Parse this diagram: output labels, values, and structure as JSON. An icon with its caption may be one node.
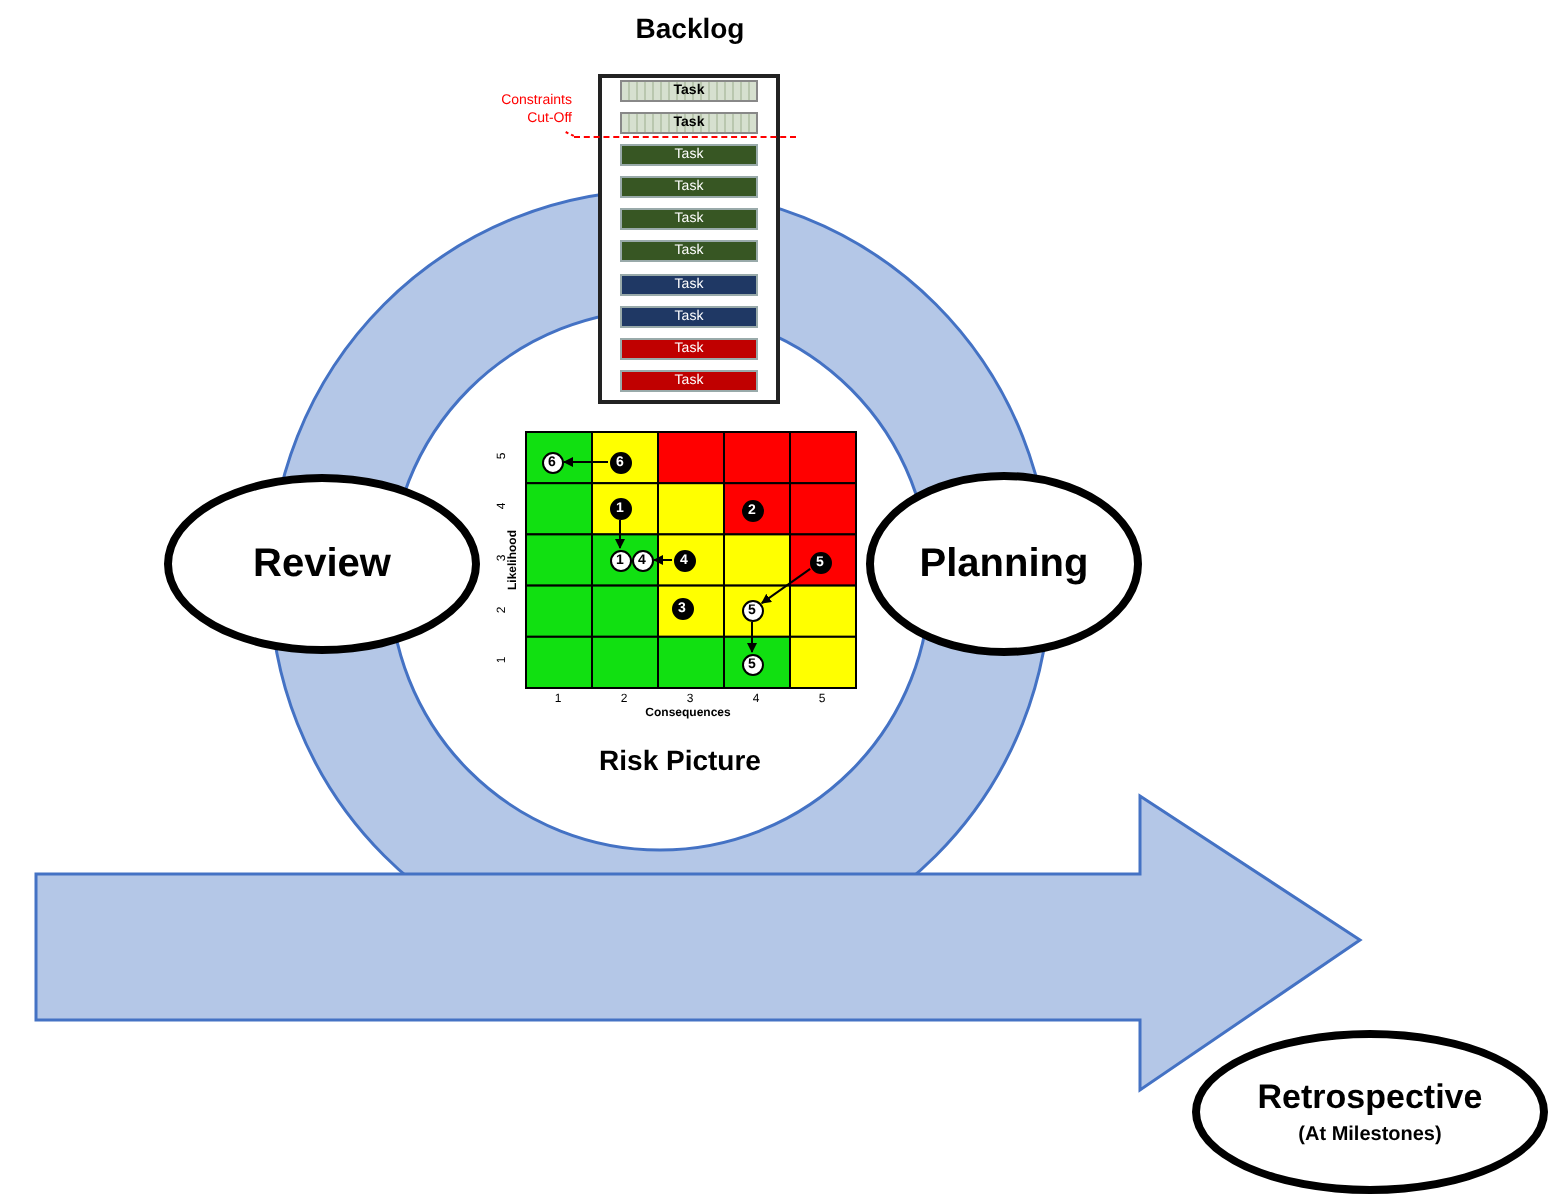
{
  "diagram": {
    "nodes": [
      {
        "text": [
          "Backlog"
        ]
      },
      {
        "text": [
          "Task"
        ],
        "in": 0
      },
      {
        "text": [
          "Task"
        ],
        "in": 0
      },
      {
        "text": [
          "Task"
        ],
        "in": 0
      },
      {
        "text": [
          "Task"
        ],
        "in": 0
      },
      {
        "text": [
          "Task"
        ],
        "in": 0
      },
      {
        "text": [
          "Task"
        ],
        "in": 0
      },
      {
        "text": [
          "Task"
        ],
        "in": 0
      },
      {
        "text": [
          "Task"
        ],
        "in": 0
      },
      {
        "text": [
          "Task"
        ],
        "in": 0
      },
      {
        "text": [
          "Task"
        ],
        "in": 0
      },
      {
        "text": [
          "Constraints Cut-Off"
        ]
      },
      {
        "text": [],
        "shape": "line"
      },
      {
        "text": [
          "Review"
        ]
      },
      {
        "text": [
          "Risk Picture"
        ]
      },
      {
        "text": [
          "6"
        ],
        "in": 14
      },
      {
        "text": [
          "6"
        ],
        "in": 14
      },
      {
        "text": [
          "1"
        ],
        "in": 14
      },
      {
        "text": [
          "2"
        ],
        "in": 14
      },
      {
        "text": [
          "1"
        ],
        "in": 14
      },
      {
        "text": [
          "4"
        ],
        "in": 14
      },
      {
        "text": [
          "4"
        ],
        "in": 14
      },
      {
        "text": [
          "5"
        ],
        "in": 14
      },
      {
        "text": [
          "3"
        ],
        "in": 14
      },
      {
        "text": [
          "5"
        ],
        "in": 14
      },
      {
        "text": [
          "5"
        ],
        "in": 14
      },
      {
        "text": [
          "Planning"
        ]
      },
      {
        "text": [
          "Retrospective",
          "(At Milestones)"
        ]
      }
    ],
    "edges": [
      {
        "from": 11,
        "to": 12,
        "arrow": "none",
        "style": "dashed",
        "color": "#ff0000"
      },
      {
        "from": 16,
        "to": 15,
        "arrow": "to"
      },
      {
        "from": 17,
        "to": 19,
        "arrow": "to"
      },
      {
        "from": 21,
        "to": 20,
        "arrow": "to"
      },
      {
        "from": 22,
        "to": 24,
        "arrow": "to"
      },
      {
        "from": 24,
        "to": 25,
        "arrow": "to"
      }
    ],
    "labels": [
      "5",
      "4",
      "3",
      "2",
      "1",
      "Likelihood",
      "1",
      "2",
      "3",
      "4",
      "5",
      "Consequences"
    ]
  }
}
